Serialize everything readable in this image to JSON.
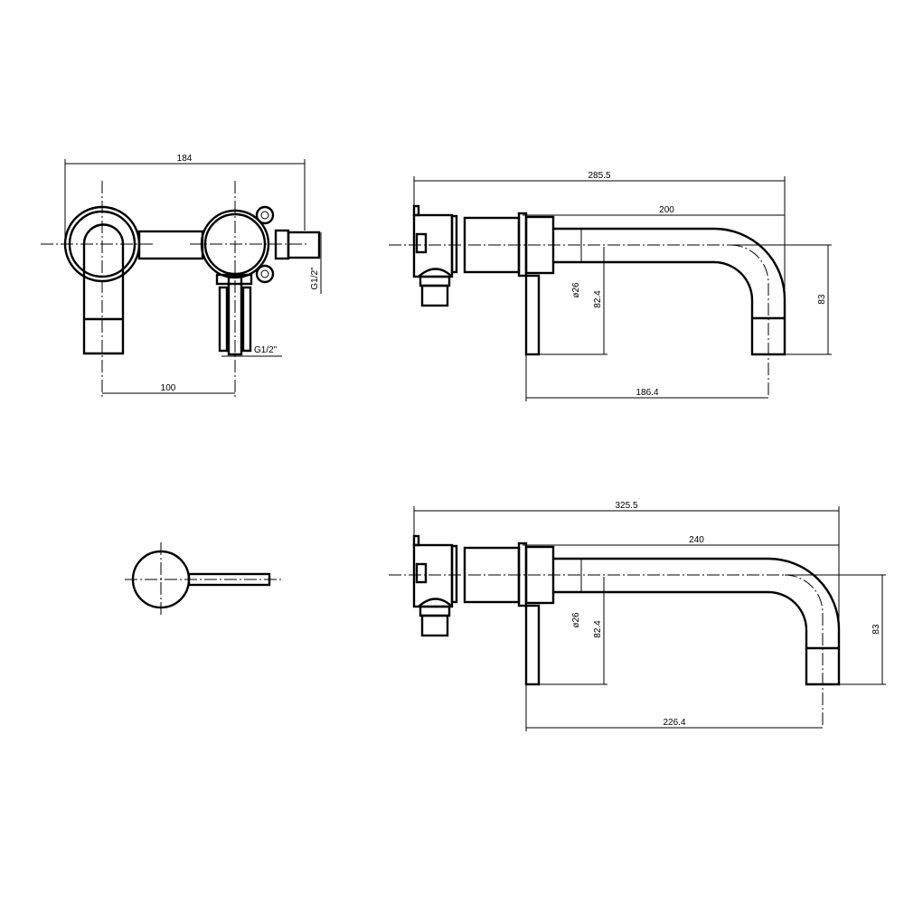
{
  "front_view": {
    "width": "184",
    "spacing": "100",
    "thread_side": "G1/2\"",
    "thread_bottom": "G1/2\""
  },
  "side_view_200": {
    "overall": "285.5",
    "spout": "200",
    "diameter": "ø26",
    "height_handle": "82.4",
    "height": "83",
    "projection": "186.4"
  },
  "lever_view": {},
  "side_view_240": {
    "overall": "325.5",
    "spout": "240",
    "diameter": "ø26",
    "height_handle": "82.4",
    "height": "83",
    "projection": "226.4"
  }
}
